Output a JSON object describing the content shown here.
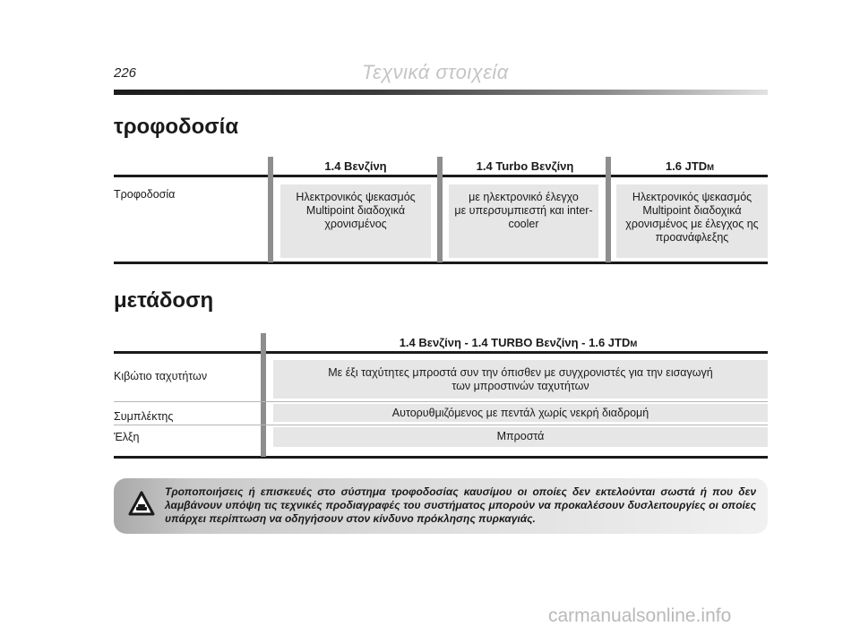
{
  "header": {
    "page_number": "226",
    "section_title": "Τεχνικά στοιχεία"
  },
  "fuel": {
    "heading": "τροφοδοσία",
    "columns": [
      {
        "name": "1.4 Βενζίνη",
        "suffix": ""
      },
      {
        "name": "1.4 Turbo Βενζίνη",
        "suffix": ""
      },
      {
        "name": "1.6 JTD",
        "suffix": "M"
      }
    ],
    "row_label": "Τροφοδοσία",
    "cells": [
      [
        "Ηλεκτρονικός ψεκασμός",
        "Multipoint διαδοχικά",
        "χρονισμένος"
      ],
      [
        "με ηλεκτρονικό έλεγχο",
        "με υπερσυμπιεστή και inter-",
        "cooler"
      ],
      [
        "Ηλεκτρονικός ψεκασμός",
        "Multipoint διαδοχικά",
        "χρονισμένος με  έλεγχος ης",
        "προανάφλεξης"
      ]
    ]
  },
  "transmission": {
    "heading": "μετάδοση",
    "column_header": {
      "text": "1.4 Βενζίνη - 1.4 TURBO Βενζίνη - 1.6 JTD",
      "suffix": "M"
    },
    "rows": [
      {
        "label": "Κιβώτιο ταχυτήτων",
        "value_lines": [
          "Με έξι ταχύτητες μπροστά συν την όπισθεν με συγχρονιστές για την εισαγωγή",
          "των μπροστινών ταχυτήτων"
        ]
      },
      {
        "label": "Συμπλέκτης",
        "value_lines": [
          "Αυτορυθμιζόμενος με πεντάλ χωρίς νεκρή διαδρομή"
        ]
      },
      {
        "label": "Έλξη",
        "value_lines": [
          "Μπροστά"
        ]
      }
    ]
  },
  "warning": {
    "icon": "warning-triangle-icon",
    "text": "Τροποποιήσεις ή επισκευές στο σύστημα τροφοδοσίας καυσίμου οι οποίες δεν εκτελούνται σωστά ή που δεν λαμβάνουν υπόψη τις τεχνικές προδιαγραφές του συστήματος μπορούν να προκαλέσουν δυσλειτουργίες οι οποίες υπάρχει περίπτωση να οδηγήσουν στον κίνδυνο πρόκλησης πυρκαγιάς."
  },
  "watermark": "carmanualsonline.info"
}
